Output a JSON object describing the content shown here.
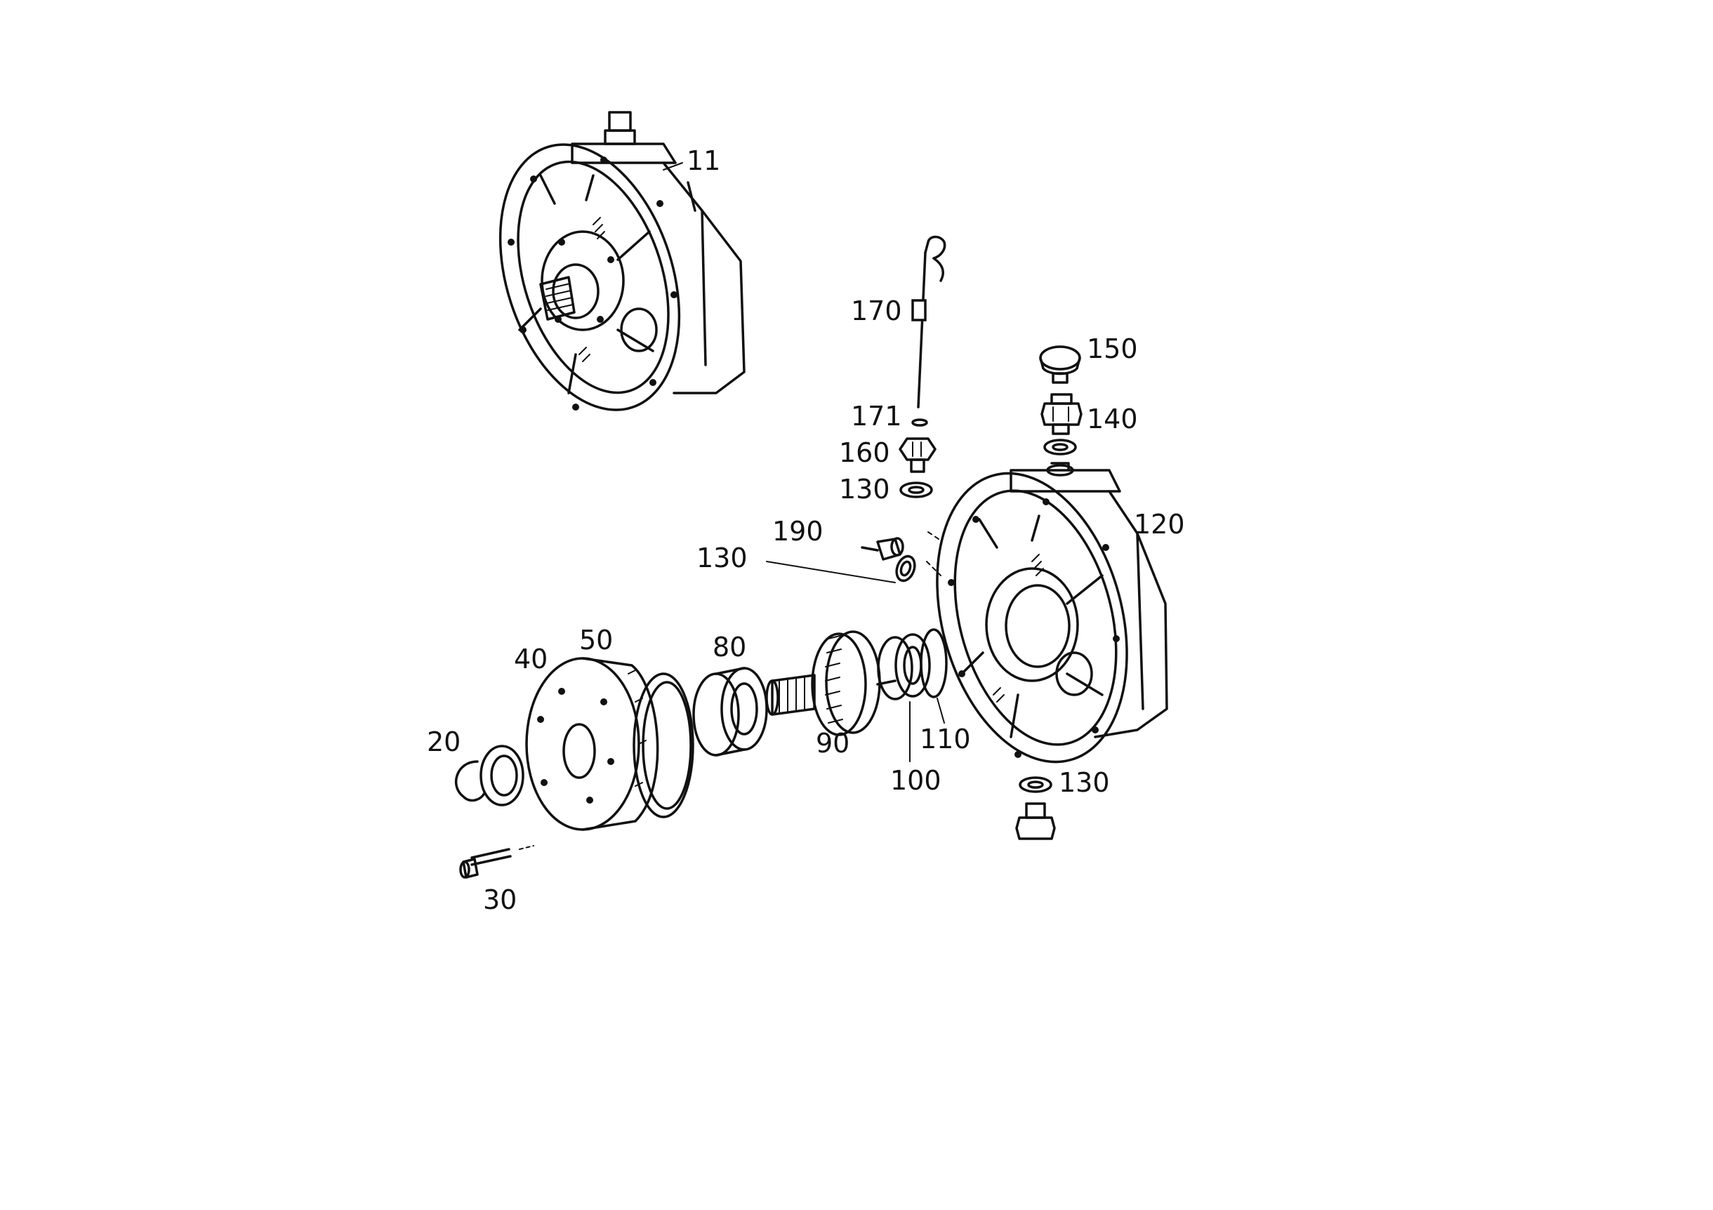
{
  "labels": {
    "l11": "11",
    "l170": "170",
    "l150": "150",
    "l171": "171",
    "l140": "140",
    "l160": "160",
    "l130a": "130",
    "l120": "120",
    "l190": "190",
    "l130b": "130",
    "l50": "50",
    "l40": "40",
    "l80": "80",
    "l20": "20",
    "l90": "90",
    "l110": "110",
    "l100": "100",
    "l130c": "130",
    "l30": "30"
  }
}
